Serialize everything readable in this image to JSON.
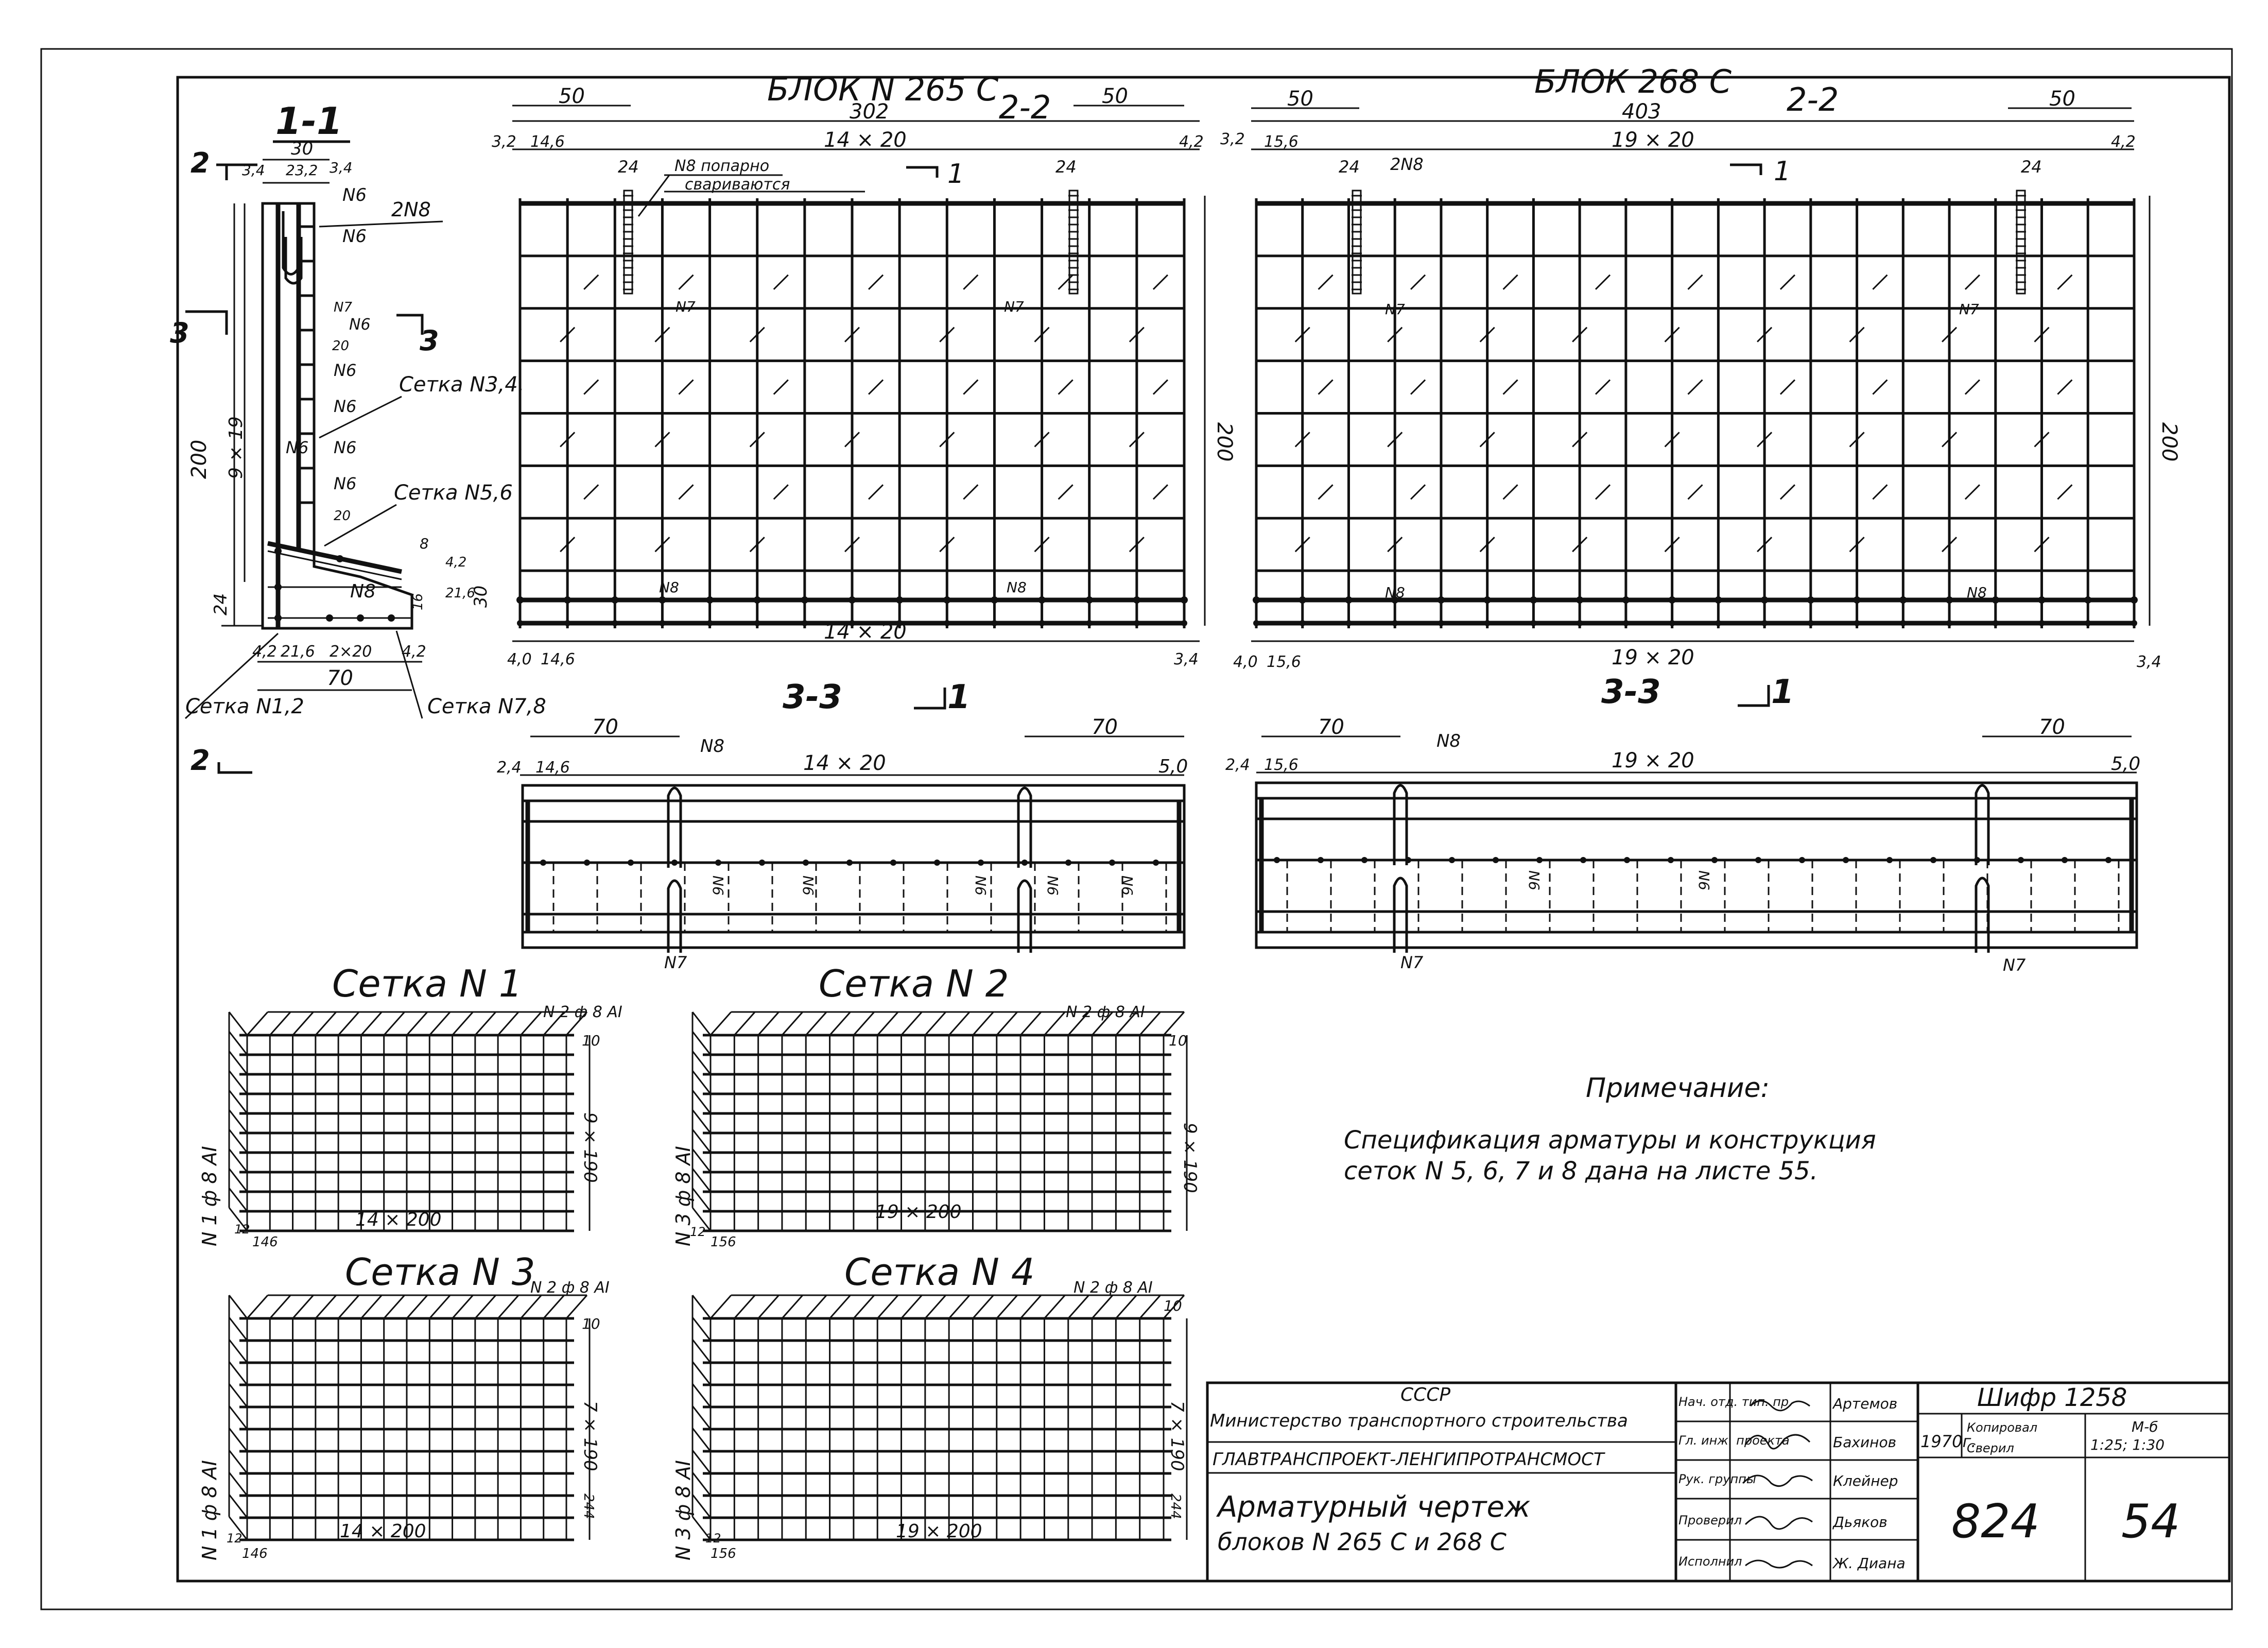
{
  "section_11": {
    "title": "1-1",
    "cut_label": "2",
    "cut_label_3": "3",
    "dims": {
      "top_total": "30",
      "top_parts": [
        "3,4",
        "23,2",
        "3,4"
      ],
      "height": "200",
      "height_detail": "9 × 19",
      "bottom": "24",
      "bottom_parts": [
        "4,2",
        "21,6",
        "2×20",
        "4,2"
      ],
      "bottom_total": "70",
      "right_small": [
        "8",
        "4,2",
        "21,6",
        "30"
      ],
      "ledge": "16"
    },
    "labels": {
      "n6": "N6",
      "n7": "N7",
      "n8": "N8",
      "two_n8": "2N8",
      "setka34": "Сетка N3,4.",
      "setka56": "Сетка N5,6",
      "setka12": "Сетка N1,2",
      "setka78": "Сетка N7,8",
      "twenty": "20"
    }
  },
  "block265": {
    "title": "БЛОК N 265 С",
    "section": "2-2",
    "overall": "302",
    "left_dim": "50",
    "right_dim": "50",
    "top_row": [
      "3,2",
      "14,6",
      "14 × 20",
      "4,2"
    ],
    "note": [
      "N8 попарно",
      "свариваются"
    ],
    "dim24": "24",
    "height": "200",
    "bottom_row": [
      "4,0",
      "14,6",
      "14 × 20",
      "3,4"
    ],
    "n7": "N7",
    "n8": "N8",
    "cut": "1"
  },
  "block268": {
    "title": "БЛОК 268 С",
    "section": "2-2",
    "overall": "403",
    "left_dim": "50",
    "right_dim": "50",
    "top_row": [
      "3,2",
      "15,6",
      "19 × 20",
      "4,2"
    ],
    "dim24": "24",
    "two_n8": "2N8",
    "height": "200",
    "bottom_row": [
      "4,0",
      "15,6",
      "19 × 20",
      "3,4"
    ],
    "n7": "N7",
    "n8": "N8",
    "cut": "1"
  },
  "section33_a": {
    "title": "3-3",
    "cut": "1",
    "left_dim": "70",
    "right_dim": "70",
    "row": [
      "2,4",
      "14,6",
      "14 × 20",
      "5,0"
    ],
    "n8": "N8",
    "n6": "N6",
    "n7": "N7"
  },
  "section33_b": {
    "title": "3-3",
    "cut": "1",
    "left_dim": "70",
    "right_dim": "70",
    "row": [
      "2,4",
      "15,6",
      "19 × 20",
      "5,0"
    ],
    "n8": "N8",
    "n6": "N6",
    "n7": "N7"
  },
  "setka1": {
    "title": "Сетка N 1",
    "bar_top": "N 2 ф 8 AI",
    "bar_side": "N 1 ф 8 AI",
    "right_dim": "9 × 190",
    "top_small": "10",
    "bottom_dim": "14 × 200",
    "corner": [
      "12",
      "146"
    ]
  },
  "setka2": {
    "title": "Сетка N 2",
    "bar_top": "N 2 ф 8 AI",
    "bar_side": "N 3 ф 8 AI",
    "right_dim": "9 × 190",
    "top_small": "10",
    "bottom_dim": "19 × 200",
    "corner": [
      "12",
      "156"
    ]
  },
  "setka3": {
    "title": "Сетка N 3",
    "bar_top": "N 2 ф 8 AI",
    "bar_side": "N 1 ф 8 AI",
    "right_dim": "7 × 190",
    "top_small": "10",
    "bottom_small": "244",
    "bottom_dim": "14 × 200",
    "corner": [
      "12",
      "146"
    ]
  },
  "setka4": {
    "title": "Сетка N 4",
    "bar_top": "N 2 ф 8 AI",
    "bar_side": "N 3 ф 8 AI",
    "right_dim": "7 × 190",
    "top_small": "10",
    "bottom_small": "244",
    "bottom_dim": "19 × 200",
    "corner": [
      "12",
      "156"
    ]
  },
  "note": {
    "heading": "Примечание:",
    "line1": "Спецификация арматуры и конструкция",
    "line2": "сеток N 5, 6, 7 и 8 дана на листе 55."
  },
  "title_block": {
    "org1": "СССР",
    "org2": "Министерство транспортного строительства",
    "org3": "ГЛАВТРАНСПРОЕКТ-ЛЕНГИПРОТРАНСМОСТ",
    "drawing_title1": "Арматурный чертеж",
    "drawing_title2": "блоков N 265 С и 268 С",
    "roles": [
      "Нач. отд. тип. пр.",
      "Гл. инж. проекта",
      "Рук. группы",
      "Проверил",
      "Исполнил"
    ],
    "names": [
      "Артемов",
      "Бахинов",
      "Клейнер",
      "Дьяков",
      "Ж. Диана"
    ],
    "year": "1970г.",
    "copied": "Копировал",
    "checked": "Сверил",
    "cipher": "Шифр 1258",
    "scale_label": "М-б",
    "scale": "1:25; 1:30",
    "number": "824",
    "sheet": "54"
  }
}
